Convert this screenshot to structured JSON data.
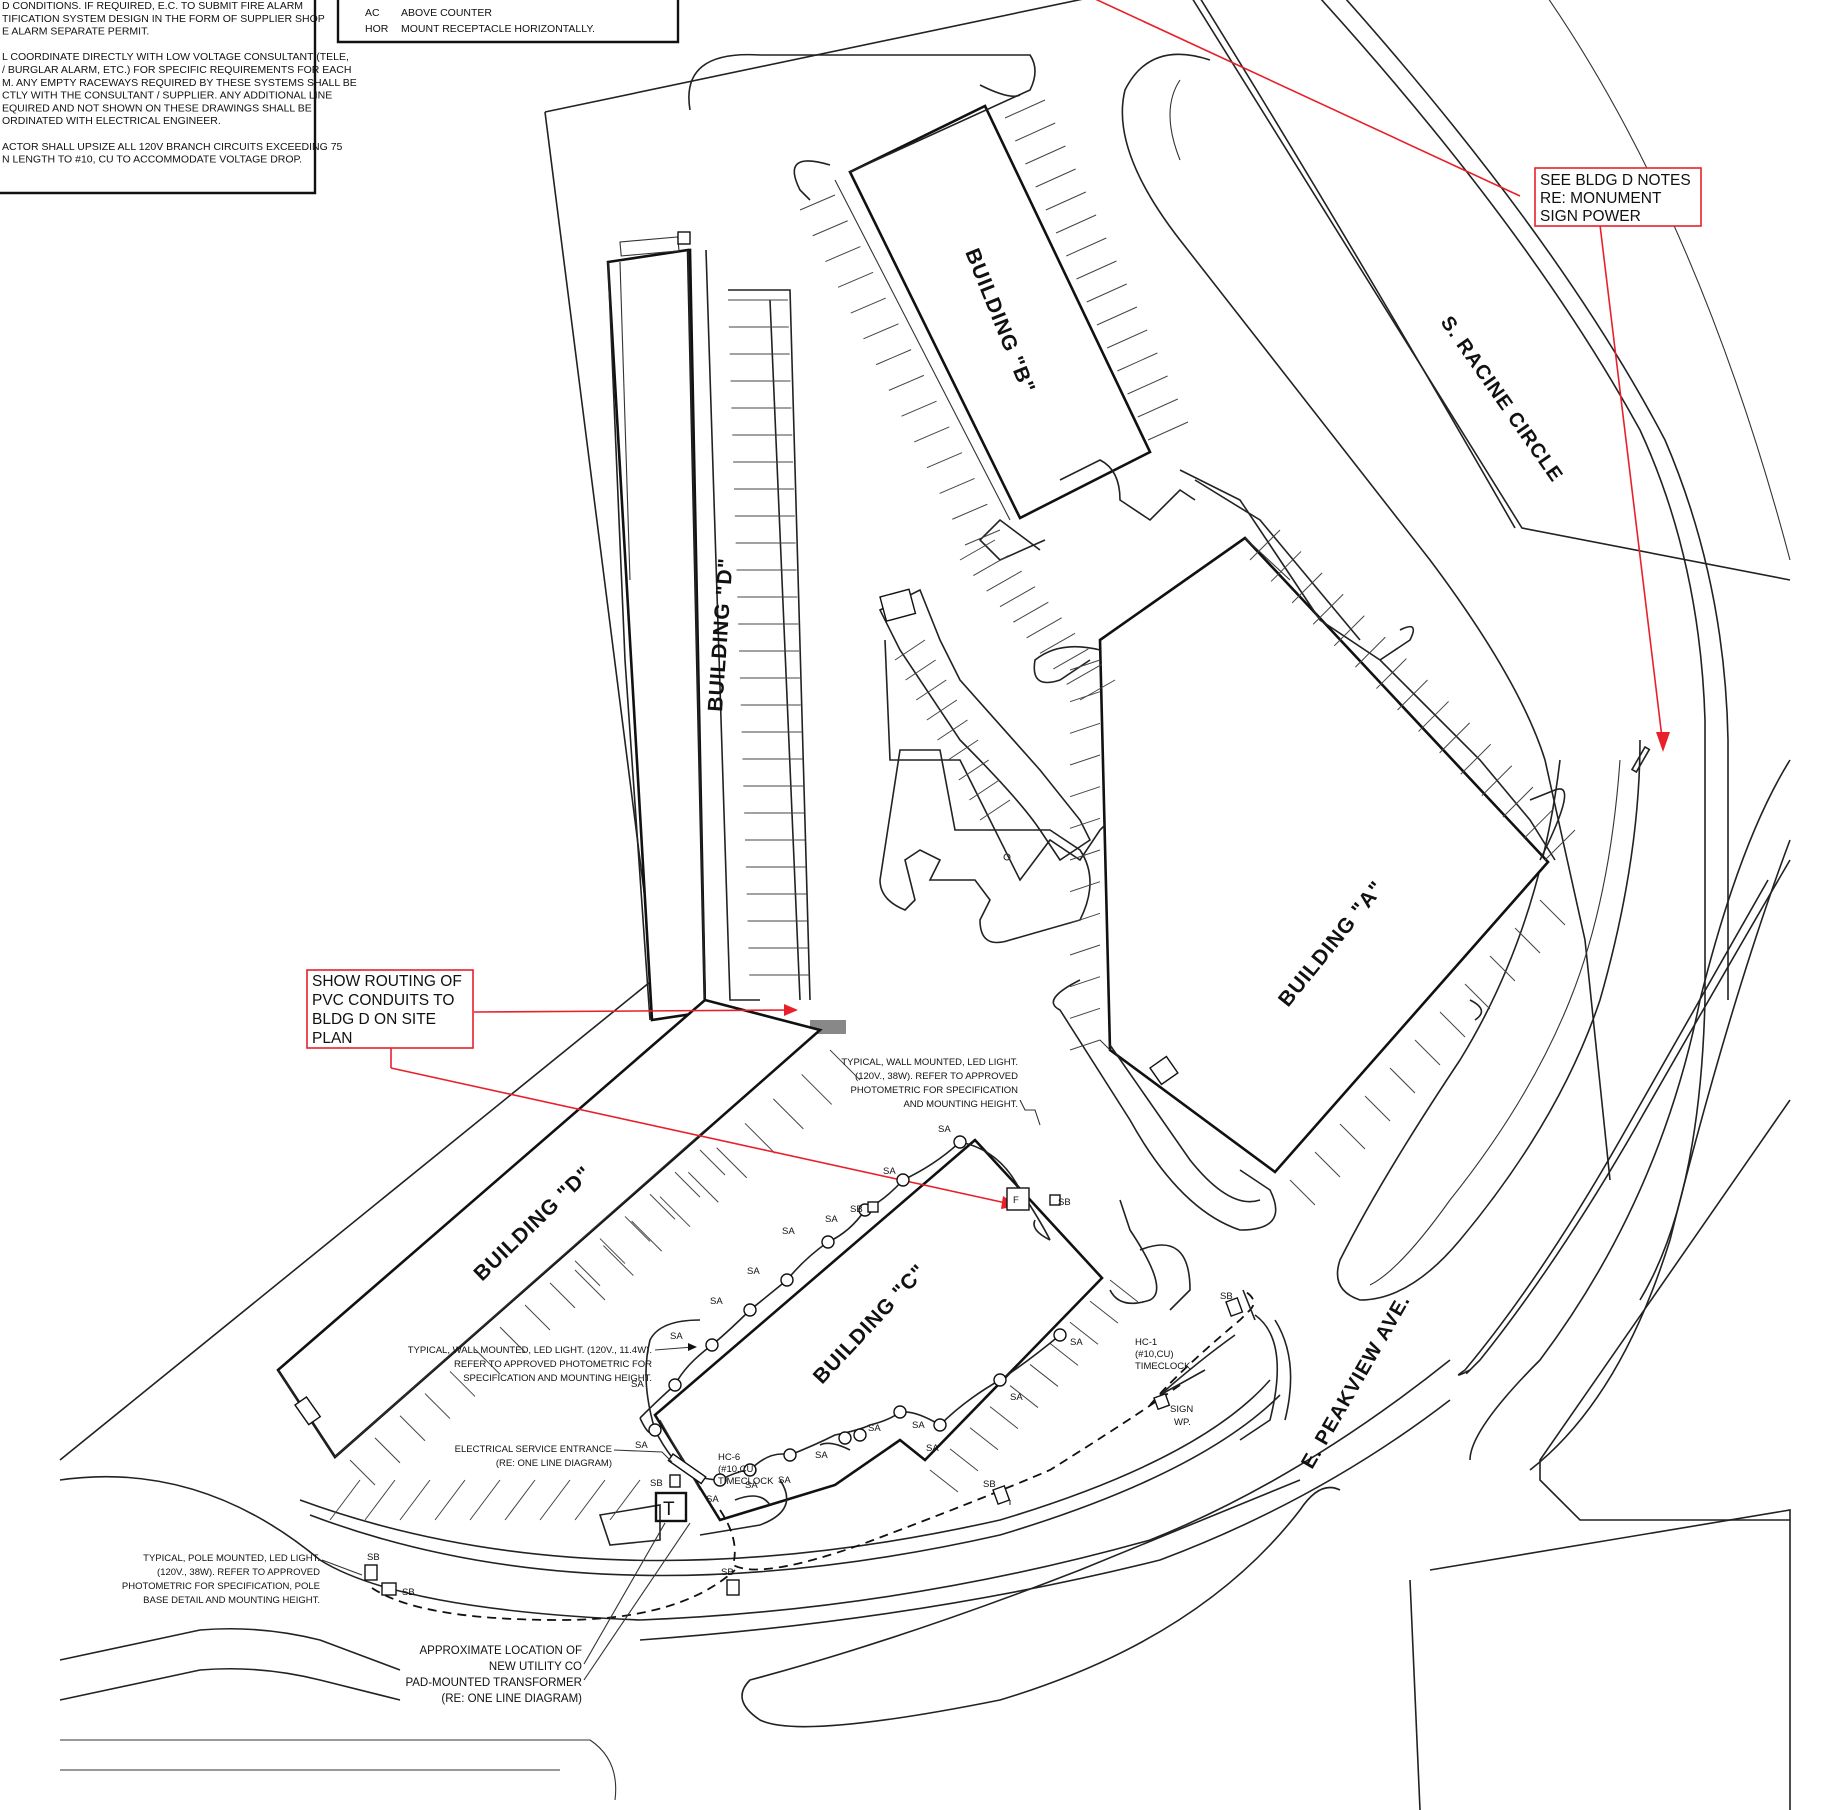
{
  "general_notes": [
    "D CONDITIONS.  IF REQUIRED, E.C. TO SUBMIT FIRE ALARM",
    "TIFICATION SYSTEM DESIGN IN THE FORM OF SUPPLIER SHOP",
    "E ALARM SEPARATE PERMIT.",
    "",
    "L COORDINATE DIRECTLY WITH LOW VOLTAGE CONSULTANT (TELE,",
    "/ BURGLAR ALARM, ETC.) FOR SPECIFIC REQUIREMENTS FOR EACH",
    "M.  ANY EMPTY RACEWAYS  REQUIRED BY THESE SYSTEMS SHALL BE",
    "CTLY WITH THE CONSULTANT / SUPPLIER.  ANY ADDITIONAL LINE",
    "EQUIRED AND NOT SHOWN ON THESE DRAWINGS SHALL BE",
    "ORDINATED WITH ELECTRICAL ENGINEER.",
    "",
    "ACTOR SHALL UPSIZE ALL 120V BRANCH CIRCUITS EXCEEDING 75",
    "N LENGTH TO #10, CU TO ACCOMMODATE VOLTAGE DROP."
  ],
  "abbreviations": [
    {
      "code": "AC",
      "desc": "ABOVE COUNTER"
    },
    {
      "code": "HOR",
      "desc": "MOUNT RECEPTACLE HORIZONTALLY."
    }
  ],
  "buildings": {
    "a": "BUILDING \"A\"",
    "b": "BUILDING \"B\"",
    "c": "BUILDING \"C\"",
    "d_north": "BUILDING \"D\"",
    "d_south": "BUILDING \"D\""
  },
  "streets": {
    "racine": "S. RACINE CIRCLE",
    "peakview": "E. PEAKVIEW AVE."
  },
  "review_comments": {
    "monument": [
      "SEE BLDG D NOTES",
      "RE: MONUMENT",
      "SIGN POWER"
    ],
    "conduits": [
      "SHOW ROUTING OF",
      "PVC CONDUITS TO",
      "BLDG D ON SITE",
      "PLAN"
    ]
  },
  "notes": {
    "wall_light_38w": [
      "TYPICAL, WALL MOUNTED, LED LIGHT.",
      "(120V., 38W). REFER TO APPROVED",
      "PHOTOMETRIC FOR SPECIFICATION",
      "AND MOUNTING HEIGHT."
    ],
    "wall_light_114w": [
      "TYPICAL, WALL MOUNTED, LED LIGHT. (120V., 11.4W).",
      "REFER TO APPROVED PHOTOMETRIC FOR",
      "SPECIFICATION AND MOUNTING HEIGHT."
    ],
    "service_entrance": [
      "ELECTRICAL SERVICE ENTRANCE",
      "(RE: ONE LINE DIAGRAM)"
    ],
    "pole_light": [
      "TYPICAL, POLE MOUNTED, LED LIGHT.",
      "(120V., 38W). REFER TO APPROVED",
      "PHOTOMETRIC FOR SPECIFICATION, POLE",
      "BASE DETAIL AND MOUNTING HEIGHT."
    ],
    "transformer": [
      "APPROXIMATE LOCATION OF",
      "NEW UTILITY CO",
      "PAD-MOUNTED TRANSFORMER",
      "(RE: ONE LINE DIAGRAM)"
    ],
    "hc6": [
      "HC-6",
      "(#10,CU)",
      "TIMECLOCK"
    ],
    "hc1": [
      "HC-1",
      "(#10,CU)",
      "TIMECLOCK"
    ],
    "sign_wp": [
      "SIGN",
      "WP."
    ]
  },
  "symbols": {
    "sa": "SA",
    "sb": "SB",
    "transformer": "T",
    "f": "F"
  },
  "colors": {
    "linework": "#111111",
    "markup": "#e8202a",
    "paper": "#ffffff"
  }
}
